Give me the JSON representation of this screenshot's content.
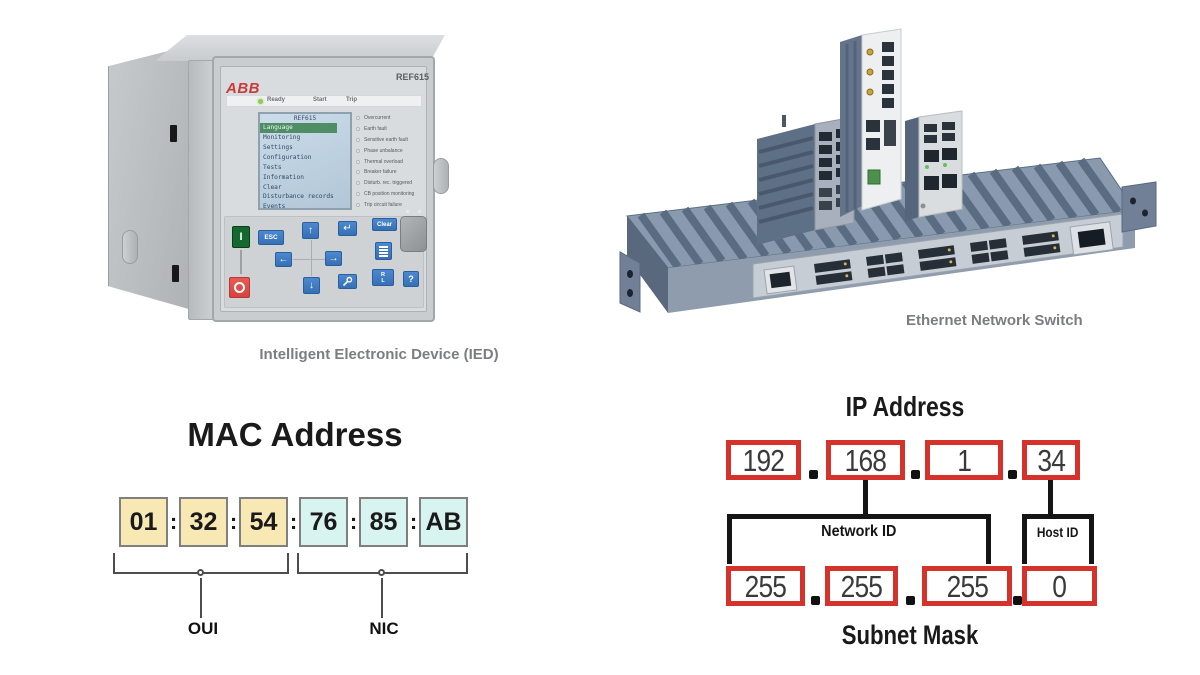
{
  "ied": {
    "brand": "ABB",
    "model": "REF615",
    "status_leds": [
      "Ready",
      "Start",
      "Trip"
    ],
    "screen": {
      "title": "REF615",
      "selected_item": "Language",
      "items": [
        "Monitoring",
        "Settings",
        "Configuration",
        "Tests",
        "Information",
        "Clear",
        "Disturbance records",
        "Events"
      ]
    },
    "indicator_labels": [
      "Overcurrent",
      "Earth fault",
      "Sensitive earth fault",
      "Phase unbalance",
      "Thermal overload",
      "Breaker failure",
      "Disturb. rec. triggered",
      "CB position monitoring",
      "Trip circuit failure"
    ],
    "keypad": {
      "close": "I",
      "esc": "ESC",
      "up": "↑",
      "down": "↓",
      "left": "←",
      "right": "→",
      "enter": "↵",
      "clear": "Clear",
      "rl_top": "R",
      "rl_bottom": "L",
      "help": "?"
    },
    "caption": "Intelligent Electronic Device (IED)"
  },
  "switch": {
    "caption": "Ethernet Network Switch"
  },
  "mac": {
    "title": "MAC Address",
    "separator": ":",
    "octets": [
      "01",
      "32",
      "54",
      "76",
      "85",
      "AB"
    ],
    "oui_label": "OUI",
    "nic_label": "NIC"
  },
  "ip": {
    "title": "IP Address",
    "separator": ".",
    "address_octets": [
      "192",
      "168",
      "1",
      "34"
    ],
    "network_label": "Network ID",
    "host_label": "Host ID",
    "subnet_octets": [
      "255",
      "255",
      "255",
      "0"
    ],
    "subnet_title": "Subnet Mask"
  },
  "colors": {
    "mac_oui_fill": "#F7E8B4",
    "mac_nic_fill": "#D8F4F0",
    "mac_box_border": "#7F7F7F",
    "ip_box_border": "#D6322C",
    "bracket_black": "#151515",
    "caption_gray": "#7B7D7F",
    "abb_red": "#C93B3B",
    "button_blue": "#3E7DC6",
    "lcd_highlight_green": "#4E8D66",
    "switch_steel_blue": "#6A7B90"
  }
}
